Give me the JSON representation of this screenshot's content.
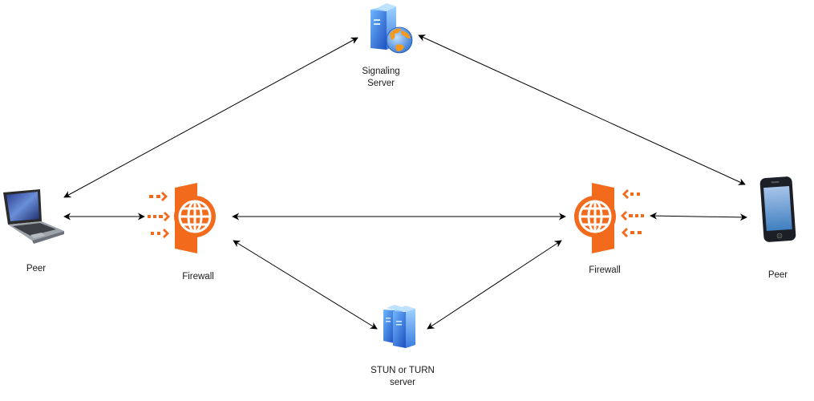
{
  "diagram": {
    "title": "WebRTC peer connection architecture",
    "nodes": {
      "signaling_server": {
        "label": "Signaling\nServer",
        "icon": "web-server-globe-icon"
      },
      "peer_left": {
        "label": "Peer",
        "icon": "laptop-icon"
      },
      "firewall_left": {
        "label": "Firewall",
        "icon": "firewall-icon"
      },
      "firewall_right": {
        "label": "Firewall",
        "icon": "firewall-icon"
      },
      "peer_right": {
        "label": "Peer",
        "icon": "smartphone-icon"
      },
      "stun_turn_server": {
        "label": "STUN or TURN\nserver",
        "icon": "server-cluster-icon"
      }
    },
    "edges": [
      {
        "from": "peer_left",
        "to": "signaling_server",
        "direction": "both"
      },
      {
        "from": "signaling_server",
        "to": "peer_right",
        "direction": "both"
      },
      {
        "from": "peer_left",
        "to": "firewall_left",
        "direction": "both"
      },
      {
        "from": "firewall_left",
        "to": "firewall_right",
        "direction": "both"
      },
      {
        "from": "firewall_right",
        "to": "peer_right",
        "direction": "both"
      },
      {
        "from": "firewall_left",
        "to": "stun_turn_server",
        "direction": "both"
      },
      {
        "from": "firewall_right",
        "to": "stun_turn_server",
        "direction": "both"
      }
    ],
    "colors": {
      "firewall": "#f26b1d",
      "server_blue": "#2f7de1",
      "edge": "#000000"
    }
  }
}
